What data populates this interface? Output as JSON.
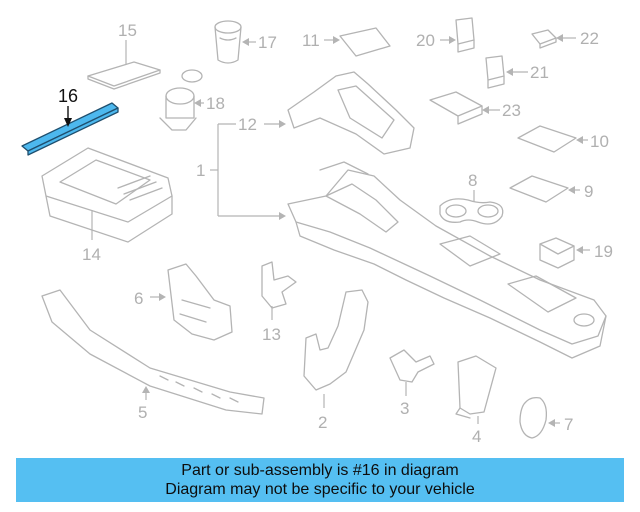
{
  "diagram": {
    "highlighted_part": "16",
    "callouts": {
      "c1": "1",
      "c2": "2",
      "c3": "3",
      "c4": "4",
      "c5": "5",
      "c6": "6",
      "c7": "7",
      "c8": "8",
      "c9": "9",
      "c10": "10",
      "c11": "11",
      "c12": "12",
      "c13": "13",
      "c14": "14",
      "c15": "15",
      "c16": "16",
      "c17": "17",
      "c18": "18",
      "c19": "19",
      "c20": "20",
      "c21": "21",
      "c22": "22",
      "c23": "23"
    },
    "colors": {
      "line": "#b4b4b4",
      "highlight": "#4db8ee",
      "banner": "#55bff2"
    }
  },
  "banner": {
    "line1": "Part or sub-assembly is #16 in diagram",
    "line2": "Diagram may not be specific to your vehicle"
  }
}
